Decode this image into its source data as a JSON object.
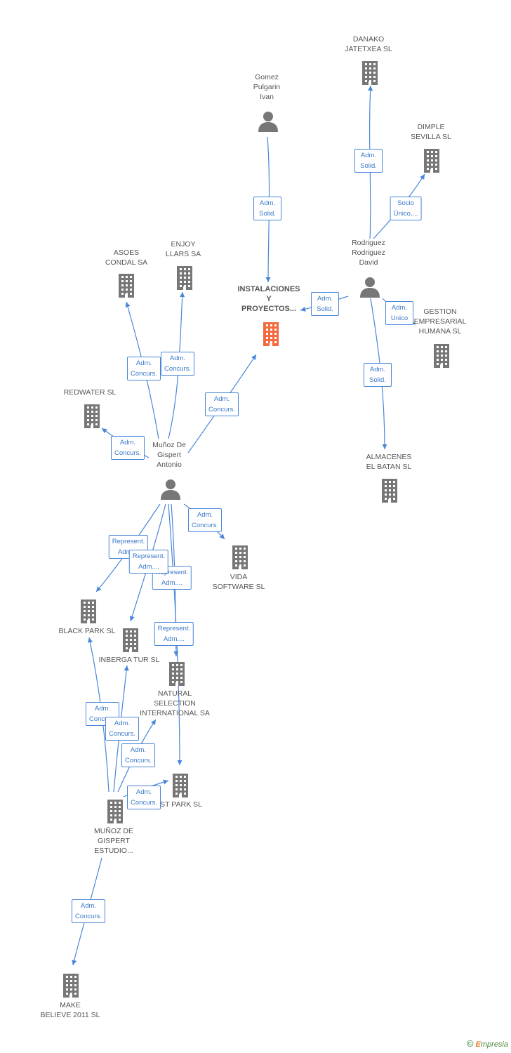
{
  "colors": {
    "edge": "#4a86d8",
    "node": "#777777",
    "main_node": "#f26a3d",
    "label_text": "#555555"
  },
  "main_company": {
    "name": "INSTALACIONES\nY\nPROYECTOS...",
    "icon": "building-icon"
  },
  "companies": {
    "danako": "DANAKO\nJATETXEA SL",
    "dimple": "DIMPLE\nSEVILLA SL",
    "gestion": "GESTION\nEMPRESARIAL\nHUMANA SL",
    "almacenes": "ALMACENES\nEL BATAN SL",
    "asoes": "ASOES\nCONDAL SA",
    "enjoy": "ENJOY\nLLARS SA",
    "redwater": "REDWATER SL",
    "vida": "VIDA\nSOFTWARE SL",
    "blackpark": "BLACK PARK SL",
    "inberga": "INBERGA TUR SL",
    "natural": "NATURAL\nSELECTION\nINTERNATIONAL SA",
    "stpark": "ST PARK SL",
    "estudio": "MUÑOZ DE\nGISPERT\nESTUDIO...",
    "makebelieve": "MAKE\nBELIEVE 2011 SL"
  },
  "persons": {
    "gomez": "Gomez\nPulgarin\nIvan",
    "rodriguez": "Rodriguez\nRodriguez\nDavid",
    "munoz": "Muñoz De\nGispert\nAntonio"
  },
  "edge_labels": {
    "gomez_main": "Adm.\nSolid.",
    "rod_main": "Adm.\nSolid.",
    "rod_danako": "Adm.\nSolid.",
    "rod_dimple": "Socio\nÚnico,...",
    "rod_gestion": "Adm.\nUnico",
    "rod_almacenes": "Adm.\nSolid.",
    "munoz_asoes": "Adm.\nConcurs.",
    "munoz_enjoy": "Adm.\nConcurs.",
    "munoz_main": "Adm.\nConcurs.",
    "munoz_redwater": "Adm.\nConcurs.",
    "munoz_vida": "Adm.\nConcurs.",
    "munoz_blackpark": "Represent.\nAdm....",
    "munoz_inberga": "Represent.\nAdm....",
    "munoz_natural": "Represent.\nAdm....",
    "munoz_stpark": "Represent.\nAdm....",
    "est_blackpark": "Adm.\nConcurs.",
    "est_inberga": "Adm.\nConcurs.",
    "est_natural": "Adm.\nConcurs.",
    "est_stpark": "Adm.\nConcurs.",
    "est_make": "Adm.\nConcurs."
  },
  "footer": {
    "copyright": "©",
    "brand_initial": "E",
    "brand_rest": "mpresia"
  }
}
